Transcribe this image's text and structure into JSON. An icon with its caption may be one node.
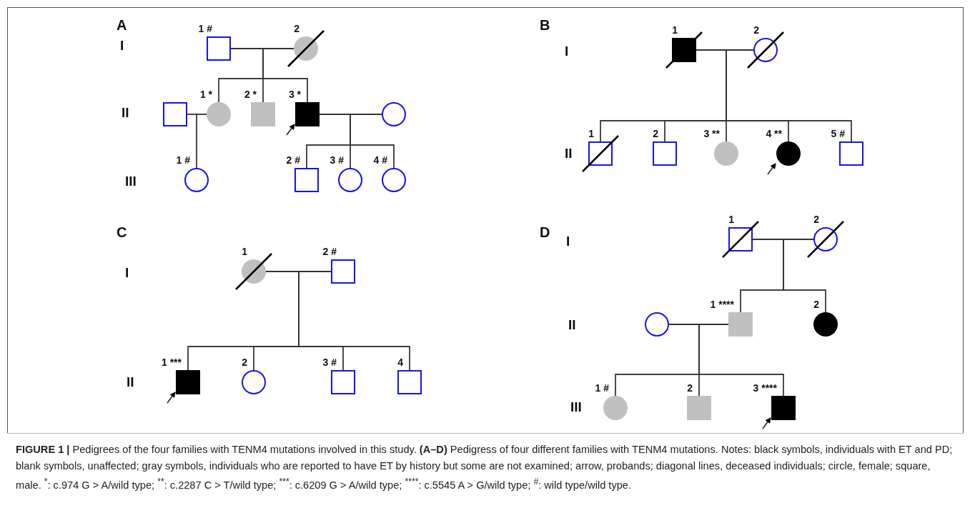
{
  "diagram": {
    "caption": "**FIGURE 1 |** Pedigrees of the four families with TENM4 mutations involved in this study. **(A–D)** Pedigress of four different families with TENM4 mutations. Notes: black symbols, individuals with ET and PD; blank symbols, unaffected; gray symbols, individuals who are reported to have ET by history but some are not examined; arrow, probands; diagonal lines, deceased individuals; circle, female; square, male. $^{*}$: c.974 G > A/wild type; $^{**}$: c.2287 C > T/wild type; $^{***}$: c.6209 G > A/wild type; $^{****}$: c.5545 A > G/wild type; $^{#}$: wild type/wild type.",
    "nodes": [
      {
        "text": [],
        "shape": "square",
        "beside": [
          "1 #"
        ]
      },
      {
        "text": [],
        "shape": "circle",
        "beside": [
          "2"
        ]
      },
      {
        "text": [],
        "shape": "square"
      },
      {
        "text": [],
        "shape": "circle",
        "beside": [
          "1 *"
        ]
      },
      {
        "text": [],
        "shape": "square",
        "beside": [
          "2 *"
        ]
      },
      {
        "text": [],
        "shape": "square",
        "beside": [
          "3 *"
        ]
      },
      {
        "text": [],
        "shape": "circle"
      },
      {
        "text": [],
        "shape": "circle",
        "beside": [
          "1 #"
        ]
      },
      {
        "text": [],
        "shape": "square",
        "beside": [
          "2 #"
        ]
      },
      {
        "text": [],
        "shape": "circle",
        "beside": [
          "3 #"
        ]
      },
      {
        "text": [],
        "shape": "circle",
        "beside": [
          "4 #"
        ]
      },
      {
        "text": [],
        "shape": "square",
        "beside": [
          "1"
        ]
      },
      {
        "text": [],
        "shape": "circle",
        "beside": [
          "2"
        ]
      },
      {
        "text": [],
        "shape": "square",
        "beside": [
          "1"
        ]
      },
      {
        "text": [],
        "shape": "square",
        "beside": [
          "2"
        ]
      },
      {
        "text": [],
        "shape": "circle",
        "beside": [
          "3 **"
        ]
      },
      {
        "text": [],
        "shape": "circle",
        "beside": [
          "4 **"
        ]
      },
      {
        "text": [],
        "shape": "square",
        "beside": [
          "5 #"
        ]
      },
      {
        "text": [],
        "shape": "circle",
        "beside": [
          "1"
        ]
      },
      {
        "text": [],
        "shape": "square",
        "beside": [
          "2 #"
        ]
      },
      {
        "text": [],
        "shape": "square",
        "beside": [
          "1 ***"
        ]
      },
      {
        "text": [],
        "shape": "circle",
        "beside": [
          "2"
        ]
      },
      {
        "text": [],
        "shape": "square",
        "beside": [
          "3 #"
        ]
      },
      {
        "text": [],
        "shape": "square",
        "beside": [
          "4"
        ]
      },
      {
        "text": [],
        "shape": "square",
        "beside": [
          "1"
        ]
      },
      {
        "text": [],
        "shape": "circle",
        "beside": [
          "2"
        ]
      },
      {
        "text": [],
        "shape": "circle"
      },
      {
        "text": [],
        "shape": "square",
        "beside": [
          "1 ****"
        ]
      },
      {
        "text": [],
        "shape": "circle",
        "beside": [
          "2"
        ]
      },
      {
        "text": [],
        "shape": "circle",
        "beside": [
          "1 #"
        ]
      },
      {
        "text": [],
        "shape": "square",
        "beside": [
          "2"
        ]
      },
      {
        "text": [],
        "shape": "square",
        "beside": [
          "3 ****"
        ]
      }
    ],
    "edges": [
      {
        "from": 0,
        "to": 1,
        "arrow": "none"
      },
      {
        "from": 0,
        "to": 3,
        "arrow": "none"
      },
      {
        "from": 1,
        "to": 3,
        "arrow": "none"
      },
      {
        "from": 0,
        "to": 4,
        "arrow": "none"
      },
      {
        "from": 1,
        "to": 4,
        "arrow": "none"
      },
      {
        "from": 0,
        "to": 5,
        "arrow": "none"
      },
      {
        "from": 1,
        "to": 5,
        "arrow": "none"
      },
      {
        "from": 2,
        "to": 3,
        "arrow": "none"
      },
      {
        "from": 2,
        "to": 7,
        "arrow": "none"
      },
      {
        "from": 3,
        "to": 7,
        "arrow": "none"
      },
      {
        "from": 5,
        "to": 6,
        "arrow": "none"
      },
      {
        "from": 5,
        "to": 8,
        "arrow": "none"
      },
      {
        "from": 6,
        "to": 8,
        "arrow": "none"
      },
      {
        "from": 5,
        "to": 9,
        "arrow": "none"
      },
      {
        "from": 6,
        "to": 9,
        "arrow": "none"
      },
      {
        "from": 5,
        "to": 10,
        "arrow": "none"
      },
      {
        "from": 6,
        "to": 10,
        "arrow": "none"
      },
      {
        "from": null,
        "to": 5,
        "arrow": "to"
      },
      {
        "from": 11,
        "to": 12,
        "arrow": "none"
      },
      {
        "from": 11,
        "to": 13,
        "arrow": "none"
      },
      {
        "from": 12,
        "to": 13,
        "arrow": "none"
      },
      {
        "from": 11,
        "to": 14,
        "arrow": "none"
      },
      {
        "from": 12,
        "to": 14,
        "arrow": "none"
      },
      {
        "from": 11,
        "to": 15,
        "arrow": "none"
      },
      {
        "from": 12,
        "to": 15,
        "arrow": "none"
      },
      {
        "from": 11,
        "to": 16,
        "arrow": "none"
      },
      {
        "from": 12,
        "to": 16,
        "arrow": "none"
      },
      {
        "from": 11,
        "to": 17,
        "arrow": "none"
      },
      {
        "from": 12,
        "to": 17,
        "arrow": "none"
      },
      {
        "from": null,
        "to": 16,
        "arrow": "to"
      },
      {
        "from": 18,
        "to": 19,
        "arrow": "none"
      },
      {
        "from": 18,
        "to": 20,
        "arrow": "none"
      },
      {
        "from": 19,
        "to": 20,
        "arrow": "none"
      },
      {
        "from": 18,
        "to": 21,
        "arrow": "none"
      },
      {
        "from": 19,
        "to": 21,
        "arrow": "none"
      },
      {
        "from": 18,
        "to": 22,
        "arrow": "none"
      },
      {
        "from": 19,
        "to": 22,
        "arrow": "none"
      },
      {
        "from": 18,
        "to": 23,
        "arrow": "none"
      },
      {
        "from": 19,
        "to": 23,
        "arrow": "none"
      },
      {
        "from": null,
        "to": 20,
        "arrow": "to"
      },
      {
        "from": 24,
        "to": 25,
        "arrow": "none"
      },
      {
        "from": 24,
        "to": 27,
        "arrow": "none"
      },
      {
        "from": 25,
        "to": 27,
        "arrow": "none"
      },
      {
        "from": 24,
        "to": 28,
        "arrow": "none"
      },
      {
        "from": 25,
        "to": 28,
        "arrow": "none"
      },
      {
        "from": 26,
        "to": 27,
        "arrow": "none"
      },
      {
        "from": 26,
        "to": 29,
        "arrow": "none"
      },
      {
        "from": 27,
        "to": 29,
        "arrow": "none"
      },
      {
        "from": 26,
        "to": 30,
        "arrow": "none"
      },
      {
        "from": 27,
        "to": 30,
        "arrow": "none"
      },
      {
        "from": 26,
        "to": 31,
        "arrow": "none"
      },
      {
        "from": 27,
        "to": 31,
        "arrow": "none"
      },
      {
        "from": null,
        "to": 31,
        "arrow": "to"
      }
    ],
    "labels": [
      "A",
      "I",
      "II",
      "III",
      "B",
      "I",
      "II",
      "C",
      "I",
      "II",
      "D",
      "I",
      "II",
      "III"
    ]
  }
}
